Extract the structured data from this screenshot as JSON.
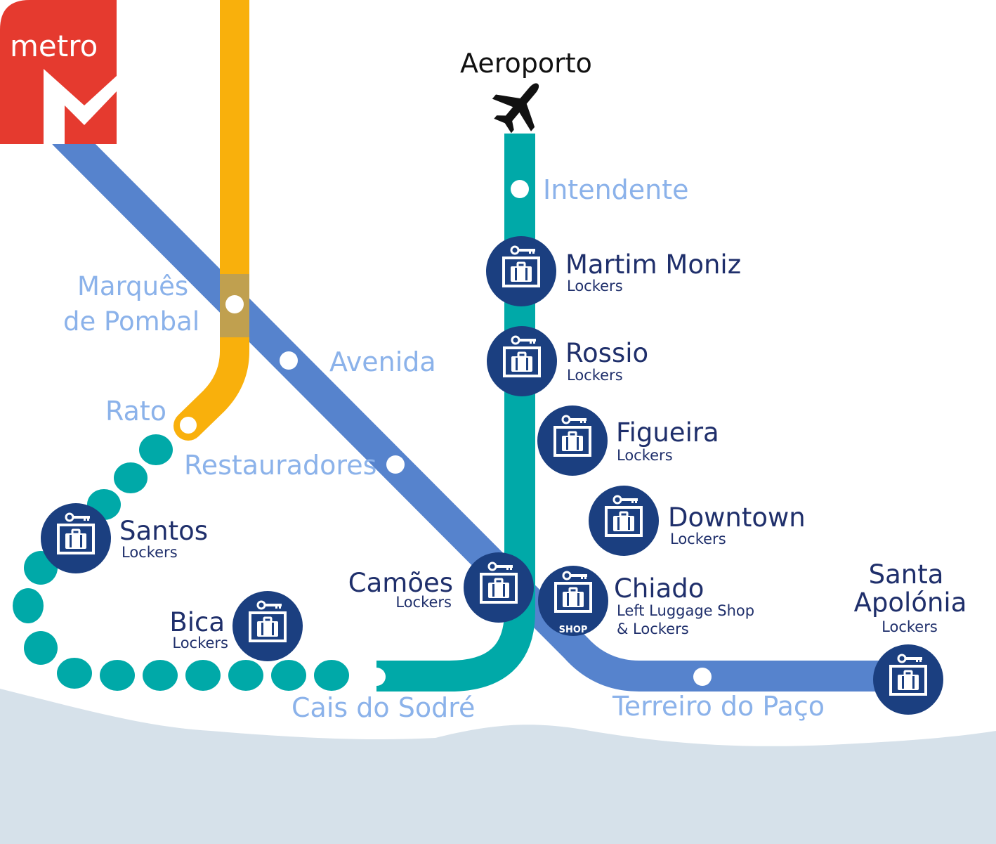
{
  "logo": {
    "text": "metro",
    "color": "#e53a2f"
  },
  "airport": {
    "label": "Aeroporto",
    "icon": "airplane-icon"
  },
  "colors": {
    "blue_line": "#5683cd",
    "yellow_line": "#f9b00c",
    "green_line": "#00a9a8",
    "station_badge": "#1b3f80",
    "station_light_text": "#8bb2ea",
    "station_dark_text": "#1f2f6b",
    "river": "#d6e1ea"
  },
  "stations_plain": {
    "intendente": "Intendente",
    "marques_1": "Marquês",
    "marques_2": "de Pombal",
    "avenida": "Avenida",
    "rato": "Rato",
    "restauradores": "Restauradores",
    "cais_do_sodre": "Cais do Sodré",
    "terreiro_do_paco": "Terreiro do Paço"
  },
  "stations_lockers": {
    "martim_moniz": {
      "name": "Martim Moniz",
      "sub": "Lockers"
    },
    "rossio": {
      "name": "Rossio",
      "sub": "Lockers"
    },
    "figueira": {
      "name": "Figueira",
      "sub": "Lockers"
    },
    "downtown": {
      "name": "Downtown",
      "sub": "Lockers"
    },
    "santos": {
      "name": "Santos",
      "sub": "Lockers"
    },
    "camoes": {
      "name": "Camões",
      "sub": "Lockers"
    },
    "chiado": {
      "name": "Chiado",
      "sub_1": "Left Luggage Shop",
      "sub_2": "& Lockers",
      "badge": "SHOP"
    },
    "bica": {
      "name": "Bica",
      "sub": "Lockers"
    },
    "santa_apolonia": {
      "name_1": "Santa",
      "name_2": "Apolónia",
      "sub": "Lockers"
    }
  },
  "icons": [
    "locker-key-icon",
    "suitcase-icon",
    "airplane-icon",
    "metro-logo-icon"
  ]
}
